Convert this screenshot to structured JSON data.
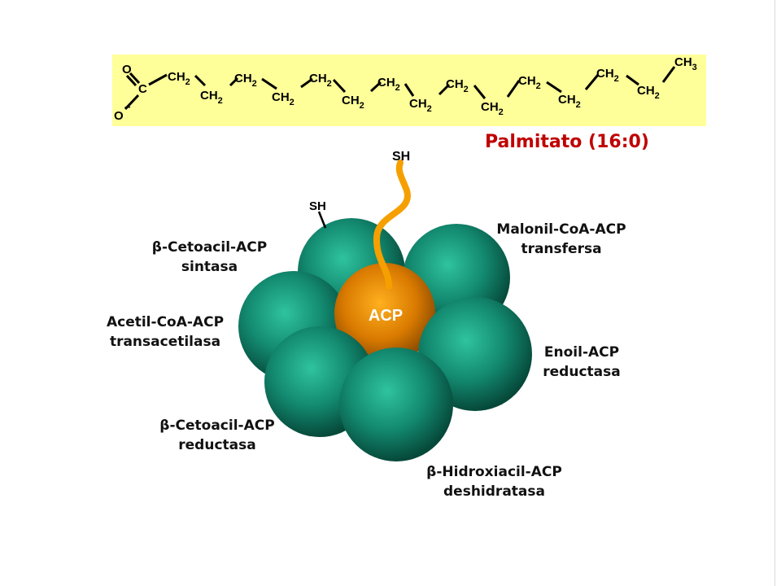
{
  "chain": {
    "oxygen_top": "O",
    "oxygen_minus": "O",
    "minus_sign": "−",
    "carbonyl_c": "C",
    "ch2_label": "CH",
    "ch2_sub": "2",
    "ch3_label": "CH",
    "ch3_sub": "3",
    "title": "Palmitato (16:0)"
  },
  "complex": {
    "acp_label": "ACP",
    "sh_top": "SH",
    "sh_left": "SH",
    "enzymes": {
      "ks": [
        "β-Cetoacil-ACP",
        "sintasa"
      ],
      "mt": [
        "Malonil-CoA-ACP",
        "transfersa"
      ],
      "at": [
        "Acetil-CoA-ACP",
        "transacetilasa"
      ],
      "er": [
        "Enoil-ACP",
        "reductasa"
      ],
      "kr": [
        "β-Cetoacil-ACP",
        "reductasa"
      ],
      "dh": [
        "β-Hidroxiacil-ACP",
        "deshidratasa"
      ]
    }
  },
  "colors": {
    "band": "#ffff99",
    "enzyme_sphere": "#128068",
    "acp_sphere": "#d97a00",
    "arm": "#f5a000",
    "title": "#c00000"
  }
}
